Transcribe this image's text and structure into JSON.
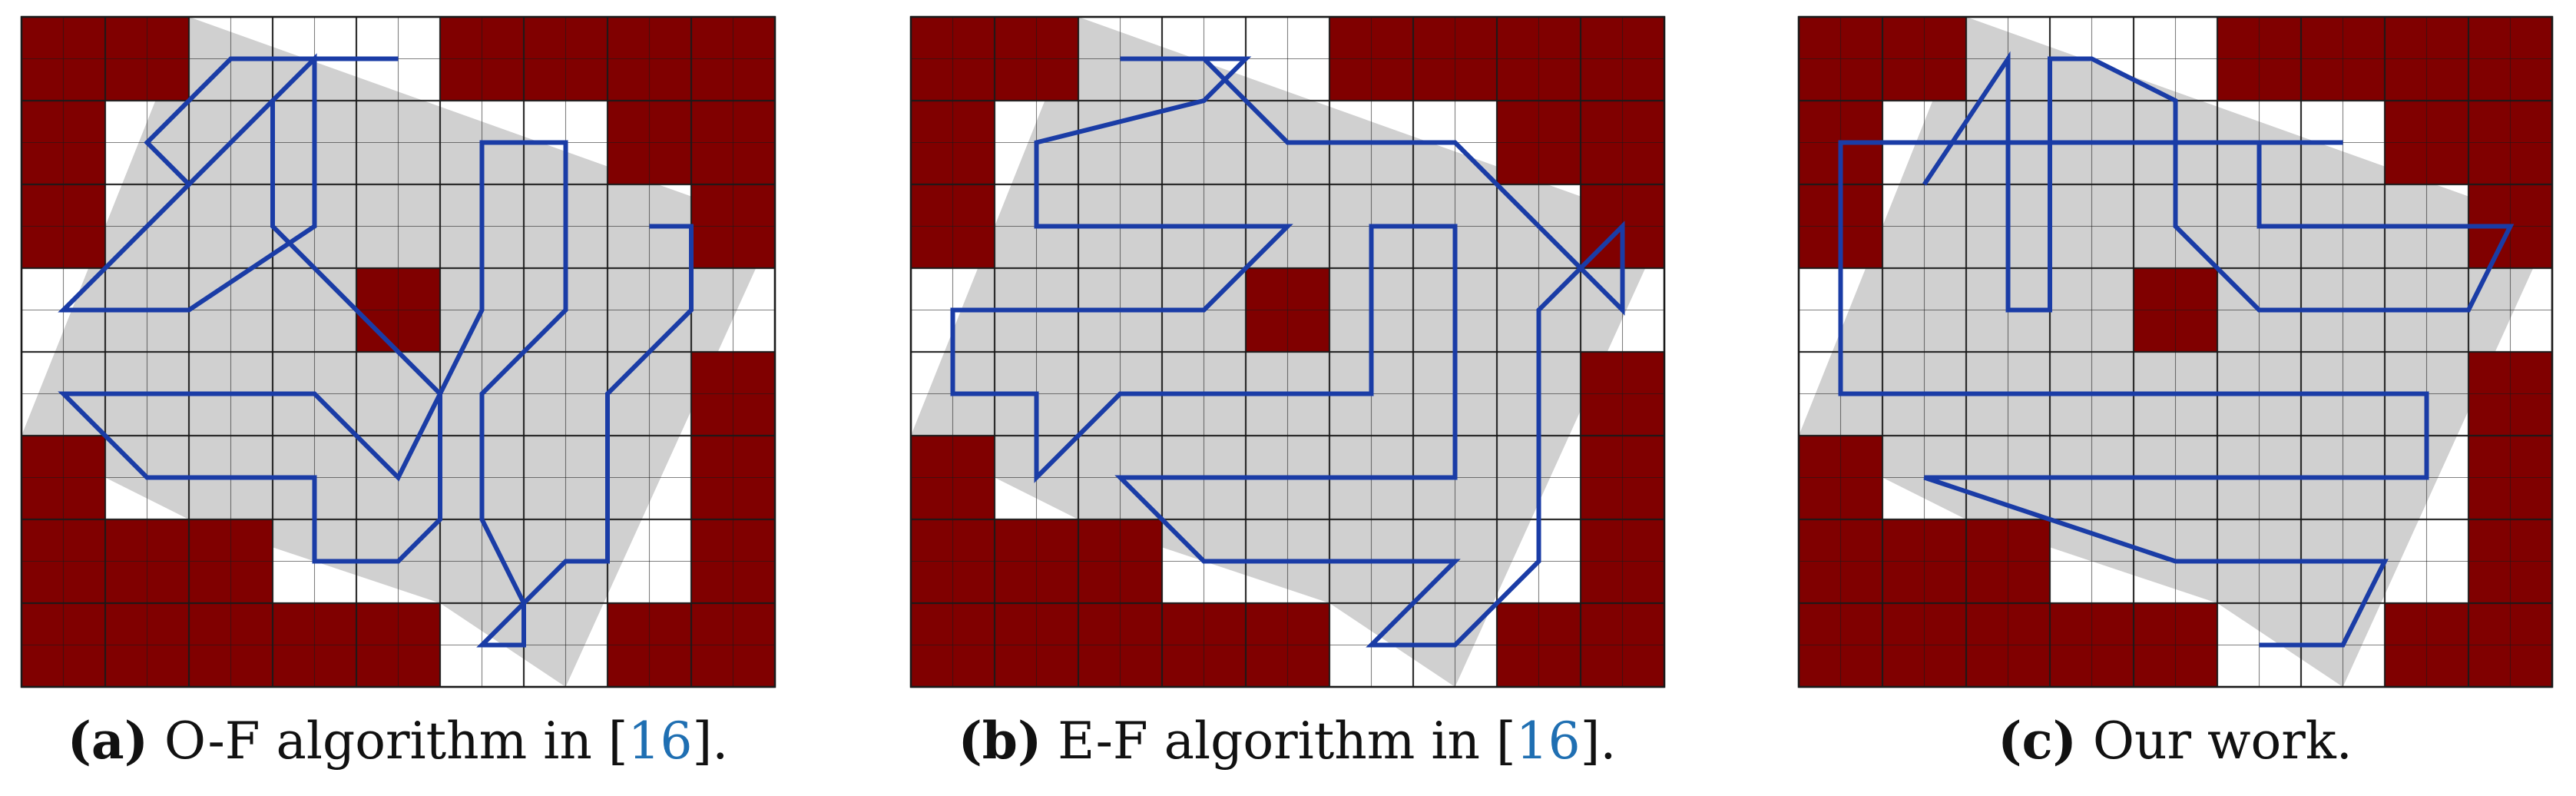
{
  "colors": {
    "obstacle": "#800000",
    "coverage": "#d0d0d0",
    "grid_line": "#1a1a1a",
    "path": "#1a3ca6",
    "cite": "#1f6fb2"
  },
  "grid": {
    "cols": 18,
    "rows": 16
  },
  "obstacle_blocks": [
    [
      0,
      0
    ],
    [
      2,
      0
    ],
    [
      10,
      0
    ],
    [
      12,
      0
    ],
    [
      14,
      0
    ],
    [
      16,
      0
    ],
    [
      0,
      2
    ],
    [
      14,
      2
    ],
    [
      16,
      2
    ],
    [
      0,
      4
    ],
    [
      16,
      4
    ],
    [
      8,
      6
    ],
    [
      16,
      8
    ],
    [
      0,
      10
    ],
    [
      16,
      10
    ],
    [
      0,
      12
    ],
    [
      2,
      12
    ],
    [
      4,
      12
    ],
    [
      16,
      12
    ],
    [
      0,
      14
    ],
    [
      2,
      14
    ],
    [
      4,
      14
    ],
    [
      6,
      14
    ],
    [
      8,
      14
    ],
    [
      14,
      14
    ],
    [
      16,
      14
    ]
  ],
  "coverage_region": [
    [
      4,
      0
    ],
    [
      18,
      5
    ],
    [
      13,
      16
    ],
    [
      10,
      14
    ],
    [
      4,
      12
    ],
    [
      0,
      10
    ]
  ],
  "panels": [
    {
      "label": "(a)",
      "caption_text": " O-F algorithm in [",
      "cite": "16",
      "caption_end": "].",
      "path": [
        [
          9,
          1
        ],
        [
          5,
          1
        ],
        [
          3,
          3
        ],
        [
          4,
          4
        ],
        [
          7,
          1
        ],
        [
          7,
          5
        ],
        [
          4,
          7
        ],
        [
          1,
          7
        ],
        [
          5,
          3
        ],
        [
          6,
          2
        ],
        [
          6,
          5
        ],
        [
          10,
          9
        ],
        [
          10,
          12
        ],
        [
          9,
          13
        ],
        [
          7,
          13
        ],
        [
          7,
          11
        ],
        [
          3,
          11
        ],
        [
          1,
          9
        ],
        [
          7,
          9
        ],
        [
          9,
          11
        ],
        [
          11,
          7
        ],
        [
          11,
          3
        ],
        [
          13,
          3
        ],
        [
          13,
          7
        ],
        [
          11,
          9
        ],
        [
          11,
          12
        ],
        [
          12,
          14
        ],
        [
          12,
          15
        ],
        [
          11,
          15
        ],
        [
          13,
          13
        ],
        [
          14,
          13
        ],
        [
          14,
          9
        ],
        [
          16,
          7
        ],
        [
          16,
          5
        ],
        [
          15,
          5
        ]
      ]
    },
    {
      "label": "(b)",
      "caption_text": " E-F algorithm in [",
      "cite": "16",
      "caption_end": "].",
      "path": [
        [
          5,
          1
        ],
        [
          8,
          1
        ],
        [
          7,
          2
        ],
        [
          3,
          3
        ],
        [
          3,
          5
        ],
        [
          9,
          5
        ],
        [
          7,
          7
        ],
        [
          1,
          7
        ],
        [
          1,
          9
        ],
        [
          3,
          9
        ],
        [
          3,
          11
        ],
        [
          5,
          9
        ],
        [
          11,
          9
        ],
        [
          11,
          5
        ],
        [
          13,
          5
        ],
        [
          13,
          11
        ],
        [
          5,
          11
        ],
        [
          7,
          13
        ],
        [
          13,
          13
        ],
        [
          11,
          15
        ],
        [
          13,
          15
        ],
        [
          15,
          13
        ],
        [
          15,
          7
        ],
        [
          17,
          5
        ],
        [
          17,
          7
        ],
        [
          16,
          6
        ],
        [
          13,
          3
        ],
        [
          9,
          3
        ],
        [
          8,
          2
        ],
        [
          7,
          1
        ]
      ]
    },
    {
      "label": "(c)",
      "caption_text": " Our work.",
      "cite": "",
      "caption_end": "",
      "path": [
        [
          3,
          4
        ],
        [
          5,
          1
        ],
        [
          5,
          7
        ],
        [
          6,
          7
        ],
        [
          6,
          1
        ],
        [
          7,
          1
        ],
        [
          9,
          2
        ],
        [
          9,
          5
        ],
        [
          11,
          7
        ],
        [
          16,
          7
        ],
        [
          17,
          5
        ],
        [
          11,
          5
        ],
        [
          11,
          3
        ],
        [
          13,
          3
        ],
        [
          1,
          3
        ],
        [
          1,
          9
        ],
        [
          15,
          9
        ],
        [
          15,
          11
        ],
        [
          3,
          11
        ],
        [
          9,
          13
        ],
        [
          14,
          13
        ],
        [
          13,
          15
        ],
        [
          11,
          15
        ]
      ]
    }
  ]
}
